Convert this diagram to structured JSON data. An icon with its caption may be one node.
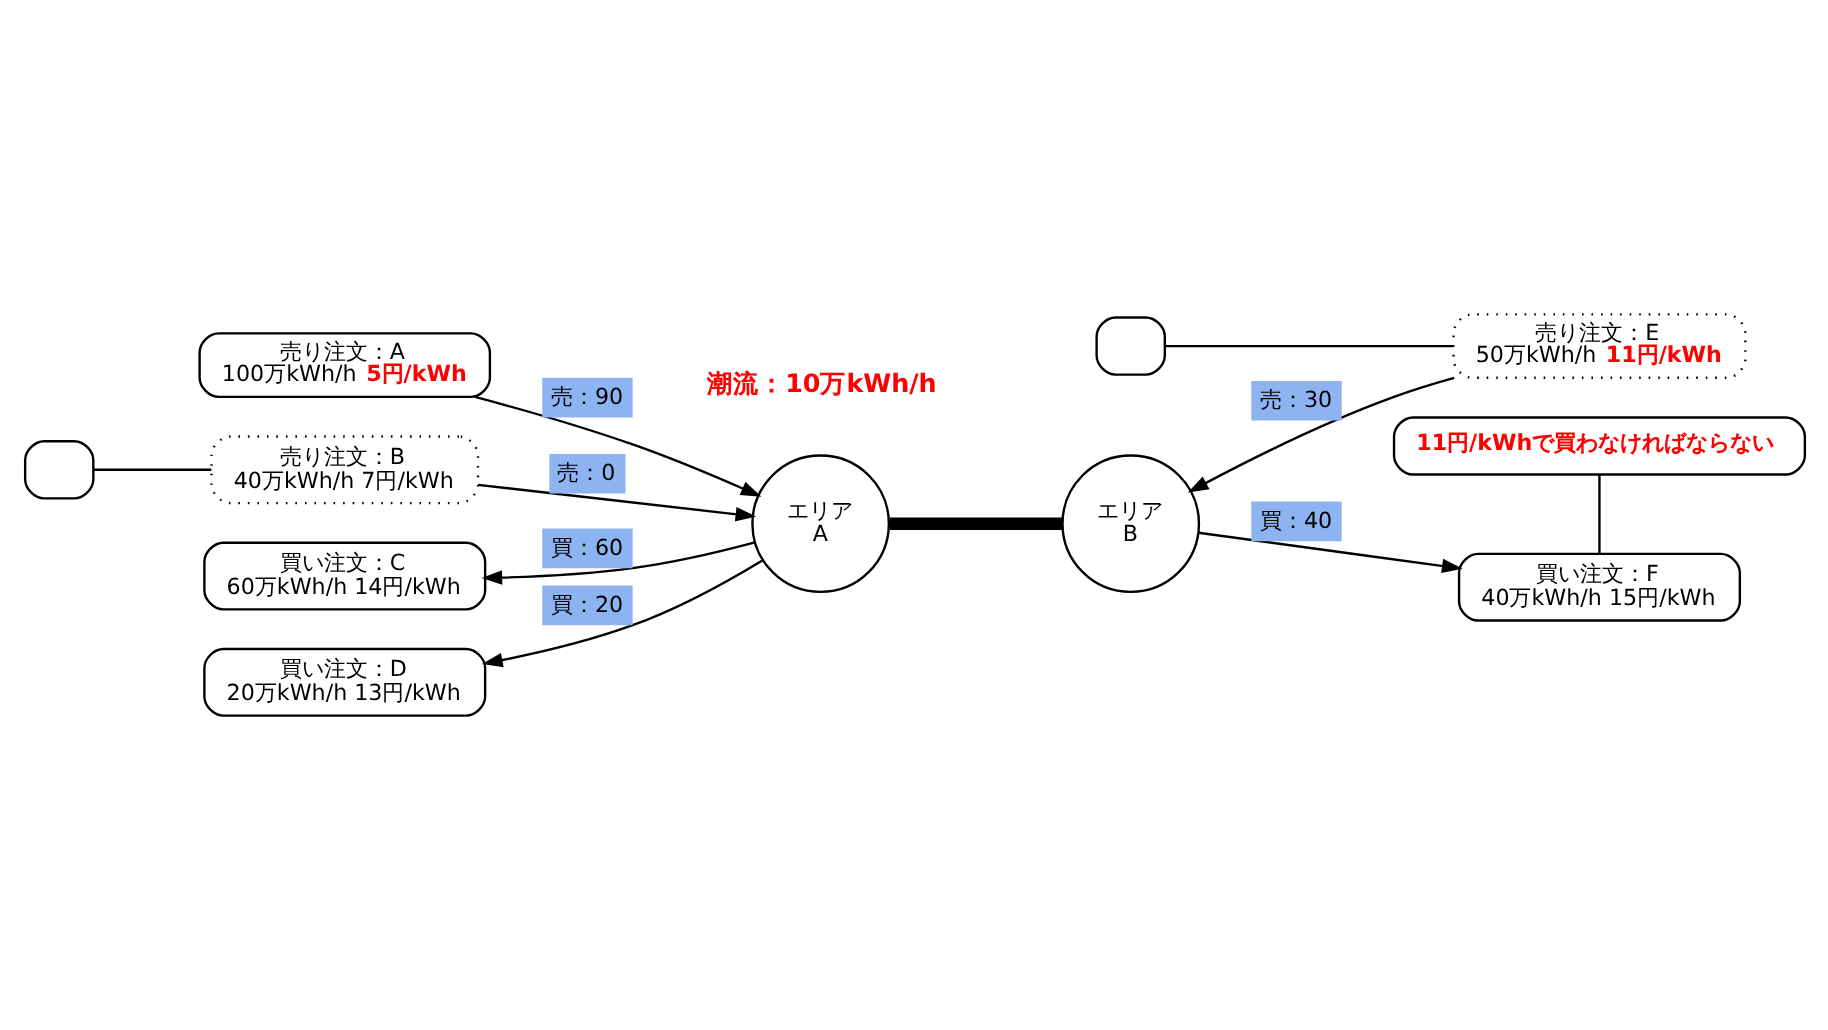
{
  "diagram": {
    "nodes": [
      {
        "text": [
          "売り注文：A",
          "100万kWh/h **5円/kWh**"
        ]
      },
      {
        "text": [
          "売り注文：B",
          "40万kWh/h 7円/kWh"
        ]
      },
      {
        "text": [
          "買い注文：C",
          "60万kWh/h 14円/kWh"
        ]
      },
      {
        "text": [
          "買い注文：D",
          "20万kWh/h 13円/kWh"
        ]
      },
      {
        "text": [
          "エリア A"
        ]
      },
      {
        "text": [
          "エリア B"
        ]
      },
      {
        "text": [
          "売り注文：E",
          "50万kWh/h **11円/kWh**"
        ]
      },
      {
        "text": [
          "買い注文：F",
          "40万kWh/h 15円/kWh"
        ]
      },
      {
        "text": [
          "11円/kWhで買わなければならない"
        ]
      },
      {
        "text": [],
        "shape": "callout"
      },
      {
        "text": [],
        "shape": "callout"
      }
    ],
    "edges": [
      {
        "from": 0,
        "to": 4,
        "arrow": "to",
        "label": "売：90"
      },
      {
        "from": 1,
        "to": 4,
        "arrow": "to",
        "label": "売：0"
      },
      {
        "from": 4,
        "to": 2,
        "arrow": "to",
        "label": "買：60"
      },
      {
        "from": 4,
        "to": 3,
        "arrow": "to",
        "label": "買：20"
      },
      {
        "from": 4,
        "to": 5,
        "arrow": "none",
        "style": "thick"
      },
      {
        "from": 6,
        "to": 5,
        "arrow": "to",
        "label": "売：30"
      },
      {
        "from": 5,
        "to": 7,
        "arrow": "to",
        "label": "買：40"
      },
      {
        "from": 8,
        "to": 7,
        "arrow": "none"
      },
      {
        "from": 9,
        "to": 1,
        "arrow": "none"
      },
      {
        "from": 10,
        "to": 6,
        "arrow": "none"
      }
    ],
    "labels": [
      "潮流：10万kWh/h"
    ]
  }
}
